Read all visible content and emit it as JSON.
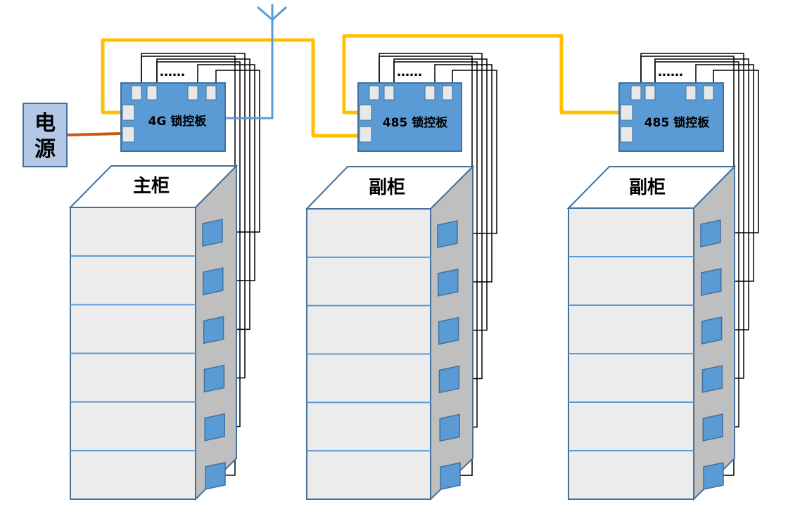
{
  "power": {
    "line1": "电",
    "line2": "源"
  },
  "boards": [
    {
      "id": "board-4g",
      "label": "4G 锁控板",
      "dots": "……"
    },
    {
      "id": "board-485-a",
      "label": "485 锁控板",
      "dots": "……"
    },
    {
      "id": "board-485-b",
      "label": "485 锁控板",
      "dots": "……"
    }
  ],
  "cabinets": [
    {
      "id": "main",
      "label": "主柜",
      "drawers": 6
    },
    {
      "id": "sub1",
      "label": "副柜",
      "drawers": 6
    },
    {
      "id": "sub2",
      "label": "副柜",
      "drawers": 6
    }
  ],
  "colors": {
    "board_fill": "#5b9bd5",
    "board_stroke": "#41719c",
    "port_fill": "#e8e8e8",
    "bus_line": "#ffc000",
    "power_line": "#c55a11",
    "antenna": "#5b9bd5",
    "cabinet_front": "#ececec",
    "cabinet_top": "#ffffff",
    "cabinet_side": "#bfbfbf",
    "lock_fill": "#5b9bd5",
    "signal_wire": "#000000",
    "power_box_fill": "#b4c7e7"
  }
}
